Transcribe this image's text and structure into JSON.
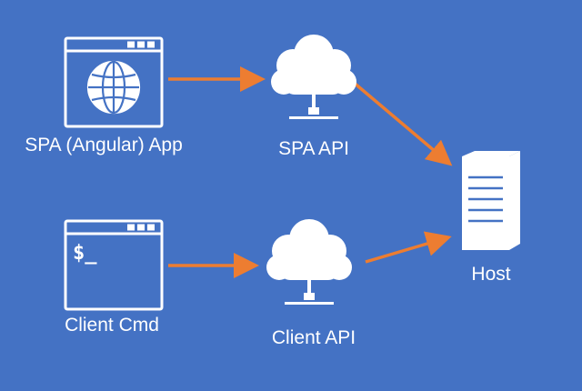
{
  "nodes": {
    "spa_app": {
      "label": "SPA (Angular) App",
      "icon": "globe-window-icon"
    },
    "spa_api": {
      "label": "SPA API",
      "icon": "cloud-network-icon"
    },
    "host": {
      "label": "Host",
      "icon": "server-icon"
    },
    "client_cmd": {
      "label": "Client Cmd",
      "icon": "terminal-window-icon",
      "prompt": "$_"
    },
    "client_api": {
      "label": "Client API",
      "icon": "cloud-network-icon"
    }
  },
  "edges": [
    {
      "from": "spa_app",
      "to": "spa_api"
    },
    {
      "from": "spa_api",
      "to": "host"
    },
    {
      "from": "client_cmd",
      "to": "client_api"
    },
    {
      "from": "client_api",
      "to": "host"
    }
  ],
  "colors": {
    "background": "#4472C4",
    "icon": "#FFFFFF",
    "arrow": "#ED7D31"
  }
}
